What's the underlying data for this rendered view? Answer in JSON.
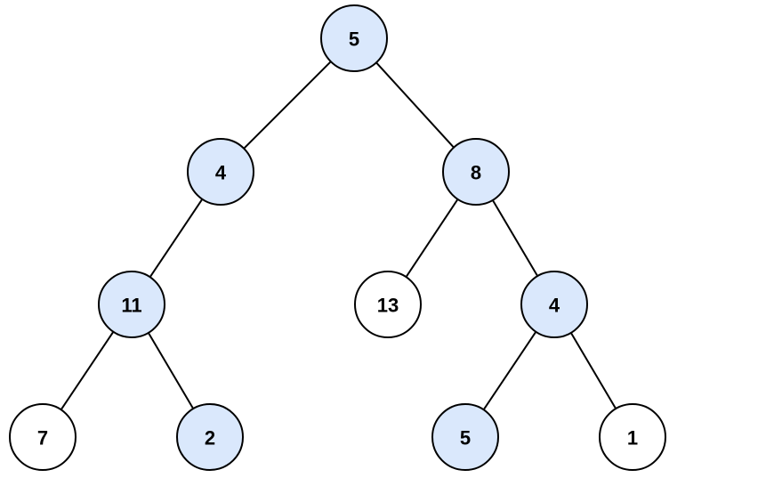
{
  "colors": {
    "highlight_fill": "#dae8fc",
    "default_fill": "#ffffff",
    "stroke": "#000000"
  },
  "tree": {
    "nodes": [
      {
        "id": "n1",
        "value": "5",
        "highlighted": true
      },
      {
        "id": "n2",
        "value": "4",
        "highlighted": true
      },
      {
        "id": "n3",
        "value": "8",
        "highlighted": true
      },
      {
        "id": "n4",
        "value": "11",
        "highlighted": true
      },
      {
        "id": "n5",
        "value": "13",
        "highlighted": false
      },
      {
        "id": "n6",
        "value": "4",
        "highlighted": true
      },
      {
        "id": "n7",
        "value": "7",
        "highlighted": false
      },
      {
        "id": "n8",
        "value": "2",
        "highlighted": true
      },
      {
        "id": "n9",
        "value": "5",
        "highlighted": true
      },
      {
        "id": "n10",
        "value": "1",
        "highlighted": false
      }
    ],
    "edges": [
      [
        "n1",
        "n2"
      ],
      [
        "n1",
        "n3"
      ],
      [
        "n2",
        "n4"
      ],
      [
        "n3",
        "n5"
      ],
      [
        "n3",
        "n6"
      ],
      [
        "n4",
        "n7"
      ],
      [
        "n4",
        "n8"
      ],
      [
        "n6",
        "n9"
      ],
      [
        "n6",
        "n10"
      ]
    ]
  }
}
